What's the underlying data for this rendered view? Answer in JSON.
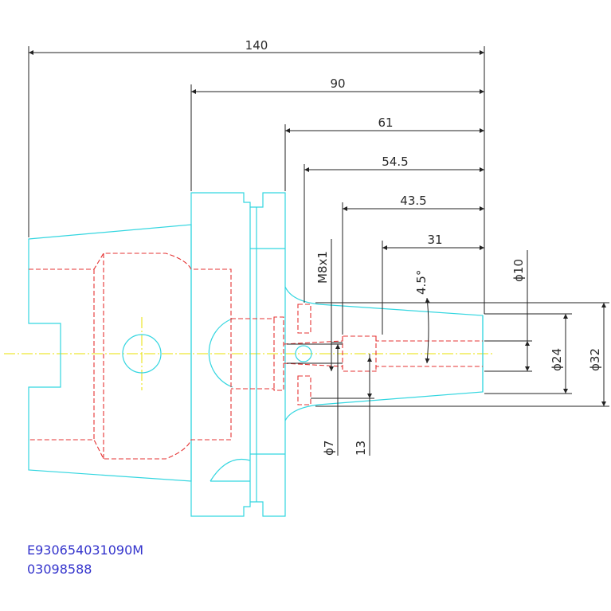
{
  "dimensions": {
    "d140": "140",
    "d90": "90",
    "d61": "61",
    "d54_5": "54.5",
    "d43_5": "43.5",
    "d31": "31",
    "thread": "M8x1",
    "angle": "4.5°",
    "dia10": "ϕ10",
    "dia24": "ϕ24",
    "dia32": "ϕ32",
    "dia7": "ϕ7",
    "d13": "13"
  },
  "part_code": {
    "line1": "E930654031090M",
    "line2": "03098588"
  },
  "colors": {
    "outline": "#33d6e0",
    "hidden": "#e53333",
    "centerline": "#e8e000",
    "dimension": "#222222",
    "code_text": "#3333cc"
  }
}
